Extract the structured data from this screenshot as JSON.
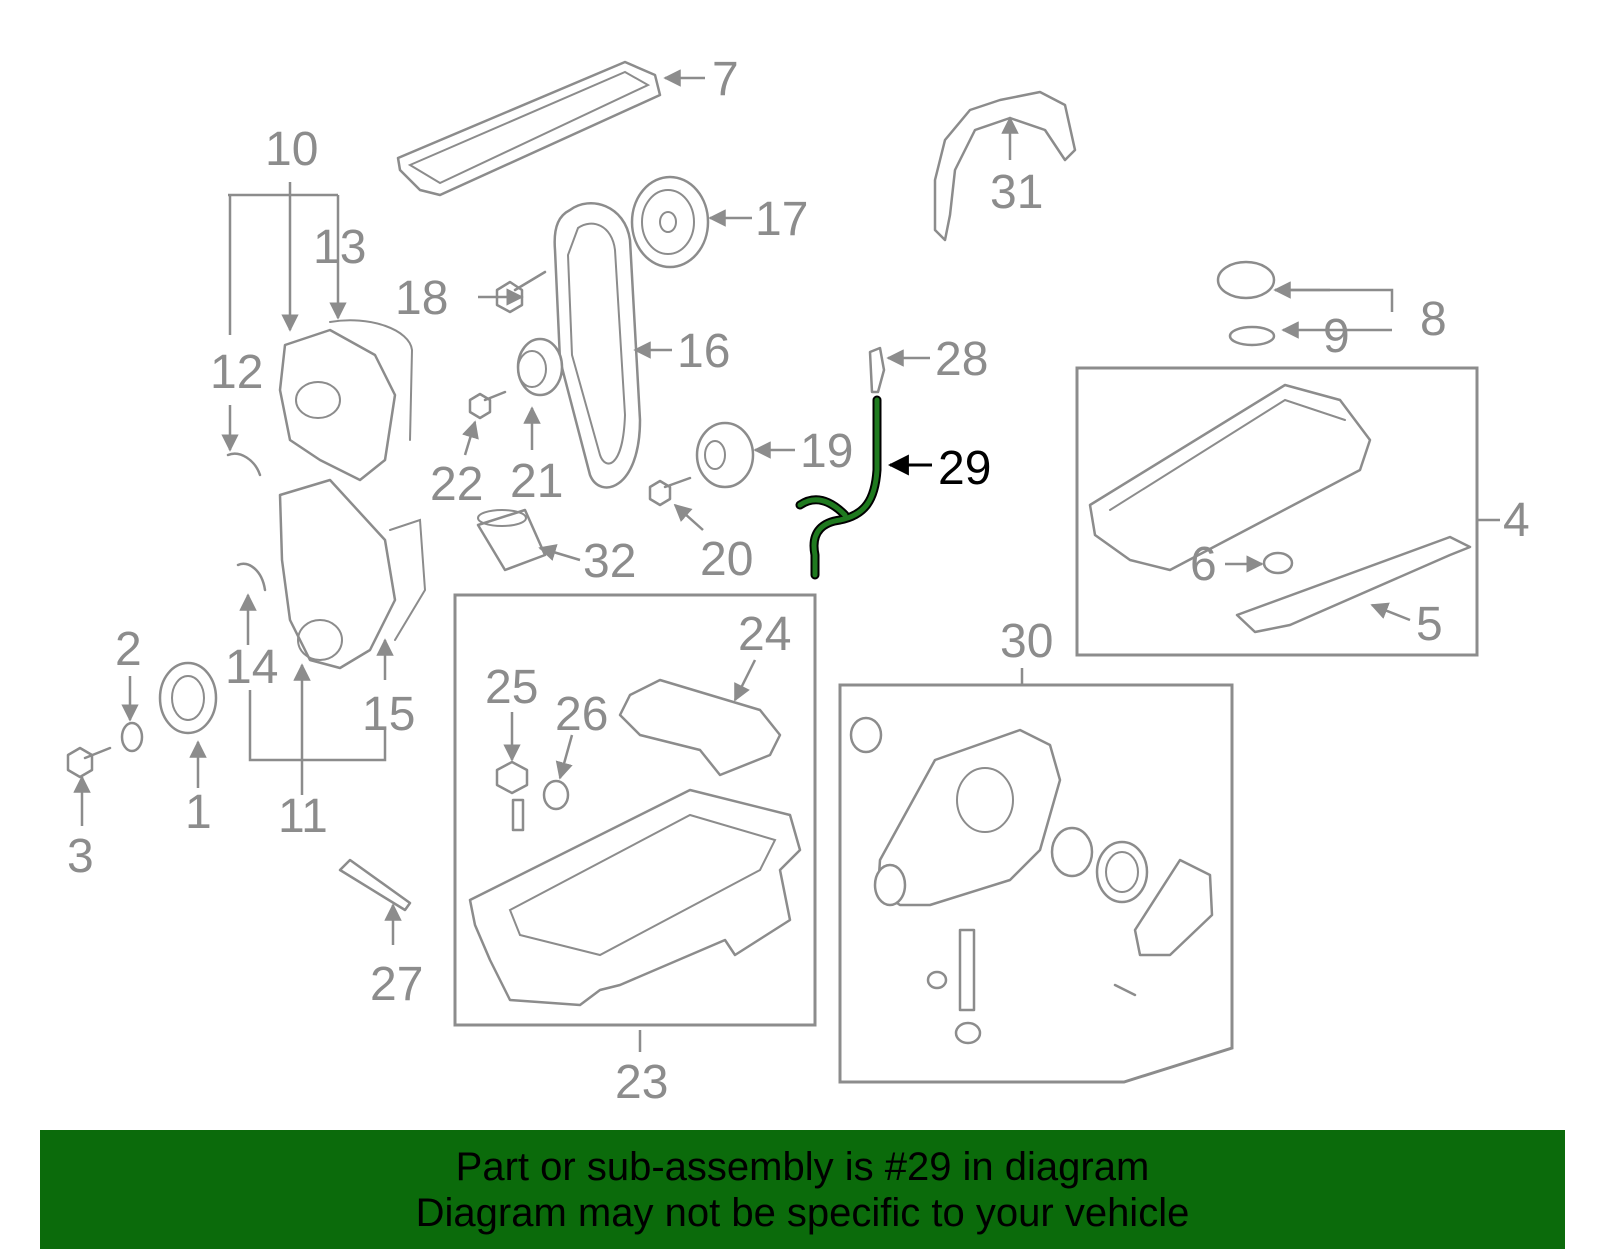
{
  "diagram": {
    "highlighted_part": "29",
    "callouts": [
      "1",
      "2",
      "3",
      "4",
      "5",
      "6",
      "7",
      "8",
      "9",
      "10",
      "11",
      "12",
      "13",
      "14",
      "15",
      "16",
      "17",
      "18",
      "19",
      "20",
      "21",
      "22",
      "23",
      "24",
      "25",
      "26",
      "27",
      "28",
      "29",
      "30",
      "31",
      "32"
    ],
    "colors": {
      "line": "#8c8c8c",
      "highlight": "#1f7a1f",
      "banner": "#0b6b0b"
    }
  },
  "banner": {
    "line1": "Part or sub-assembly is #29 in diagram",
    "line2": "Diagram may not be specific to your vehicle"
  }
}
